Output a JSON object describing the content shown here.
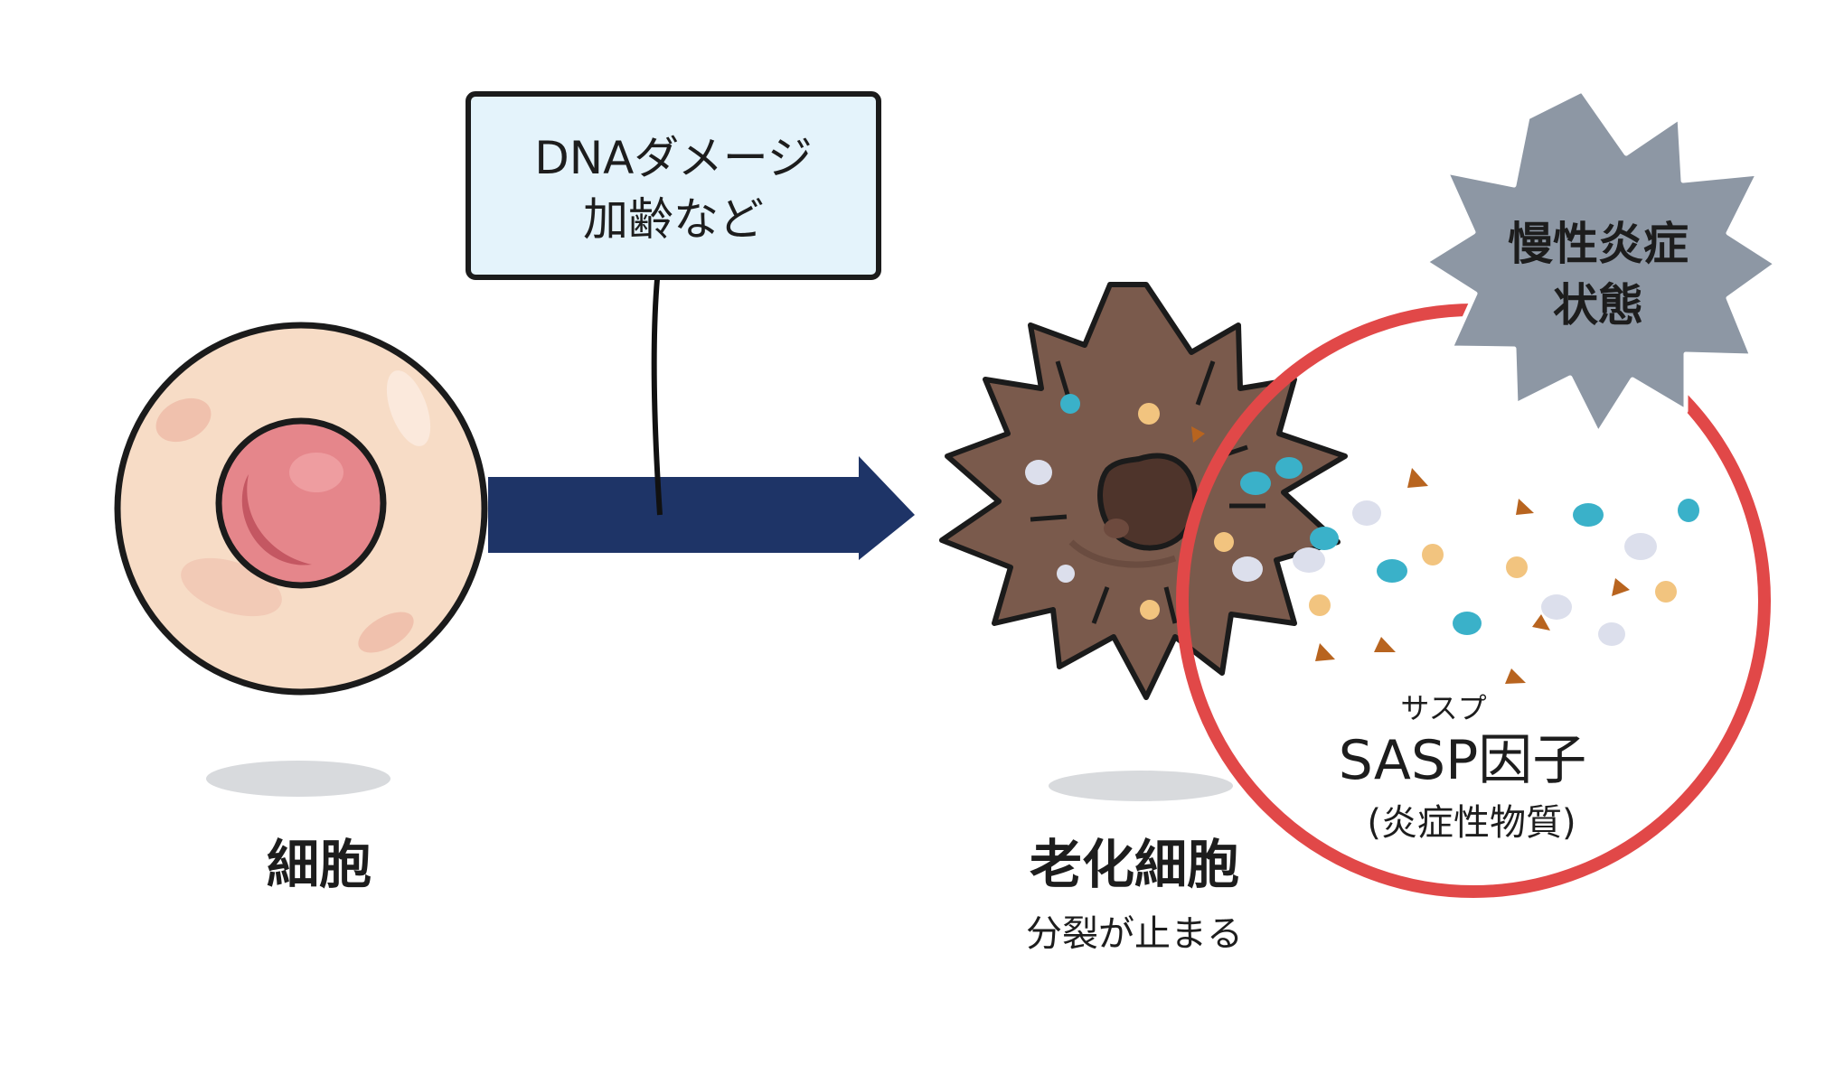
{
  "trigger_box": {
    "line1": "DNAダメージ",
    "line2": "加齢など"
  },
  "normal_cell": {
    "label": "細胞"
  },
  "senescent_cell": {
    "label": "老化細胞",
    "sublabel": "分裂が止まる"
  },
  "sasp": {
    "ruby": "サスプ",
    "label": "SASP因子",
    "sublabel": "(炎症性物質)"
  },
  "inflammation_badge": {
    "line1": "慢性炎症",
    "line2": "状態"
  },
  "colors": {
    "arrow": "#1e3467",
    "cytoplasm": "#f7dcc6",
    "nucleus": "#e5868b",
    "senescent_body": "#7a5a4c",
    "senescent_nucleus": "#4e342b",
    "sasp_ring": "#e14848",
    "badge": "#8d97a4",
    "trigger_box_fill": "#e4f3fb",
    "particle_teal": "#3ab1c9",
    "particle_yellow": "#f2c47f",
    "particle_white": "#dcdfec",
    "particle_triangle": "#b8641f"
  },
  "icons": [
    "normal-cell-icon",
    "senescent-cell-icon",
    "burst-badge-icon",
    "arrow-icon"
  ]
}
